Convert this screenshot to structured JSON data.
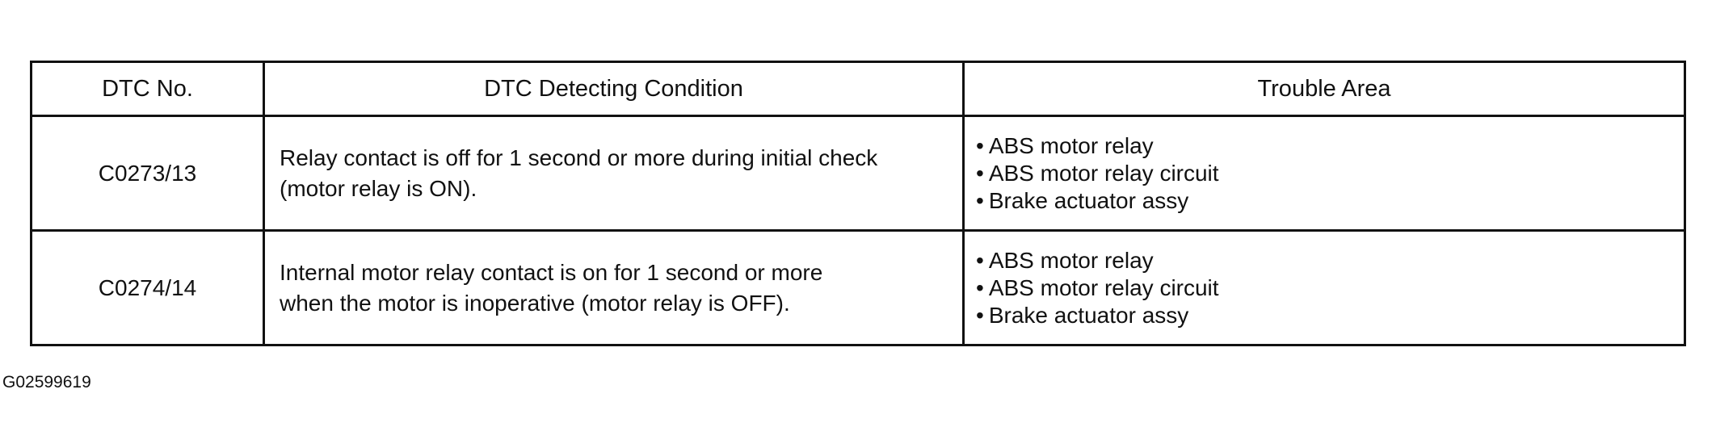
{
  "table": {
    "headers": [
      "DTC No.",
      "DTC Detecting Condition",
      "Trouble Area"
    ],
    "rows": [
      {
        "dtc": "C0273/13",
        "condition_lines": [
          "Relay contact is off for 1 second or more during initial check",
          "(motor relay is ON)."
        ],
        "trouble_area": [
          "ABS motor relay",
          "ABS motor relay circuit",
          "Brake actuator assy"
        ]
      },
      {
        "dtc": "C0274/14",
        "condition_lines": [
          "Internal motor relay contact is on for 1 second or more",
          "when the motor is inoperative (motor relay is OFF)."
        ],
        "trouble_area": [
          "ABS motor relay",
          "ABS motor relay circuit",
          "Brake actuator assy"
        ]
      }
    ]
  },
  "footer": {
    "code": "G02599619"
  }
}
